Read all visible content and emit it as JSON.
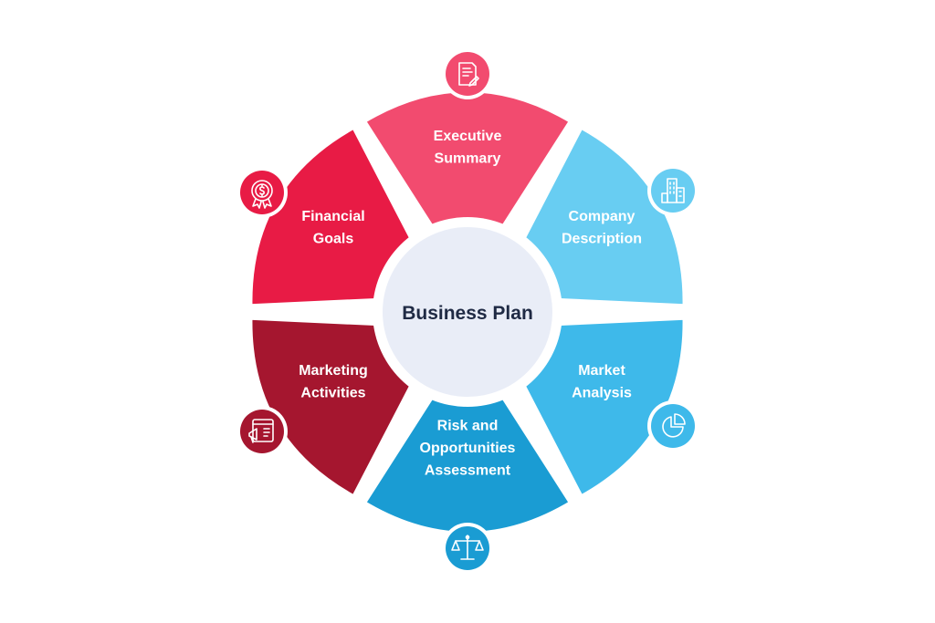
{
  "center": {
    "title": "Business Plan"
  },
  "segments": [
    {
      "id": "executive-summary",
      "lines": [
        "Executive",
        "Summary"
      ],
      "color": "#f24b6f",
      "icon": "document-pen-icon"
    },
    {
      "id": "company-description",
      "lines": [
        "Company",
        "Description"
      ],
      "color": "#68cdf2",
      "icon": "office-building-icon"
    },
    {
      "id": "market-analysis",
      "lines": [
        "Market",
        "Analysis"
      ],
      "color": "#3eb9ea",
      "icon": "pie-chart-icon"
    },
    {
      "id": "risk-opportunities",
      "lines": [
        "Risk and",
        "Opportunities",
        "Assessment"
      ],
      "color": "#1a9cd3",
      "icon": "balance-scale-icon"
    },
    {
      "id": "marketing-activities",
      "lines": [
        "Marketing",
        "Activities"
      ],
      "color": "#a5162f",
      "icon": "megaphone-web-icon"
    },
    {
      "id": "financial-goals",
      "lines": [
        "Financial",
        "Goals"
      ],
      "color": "#e81b45",
      "icon": "dollar-medal-icon"
    }
  ],
  "colors": {
    "center_fill": "#e9edf7",
    "center_text": "#1f2a44",
    "background": "#ffffff"
  }
}
